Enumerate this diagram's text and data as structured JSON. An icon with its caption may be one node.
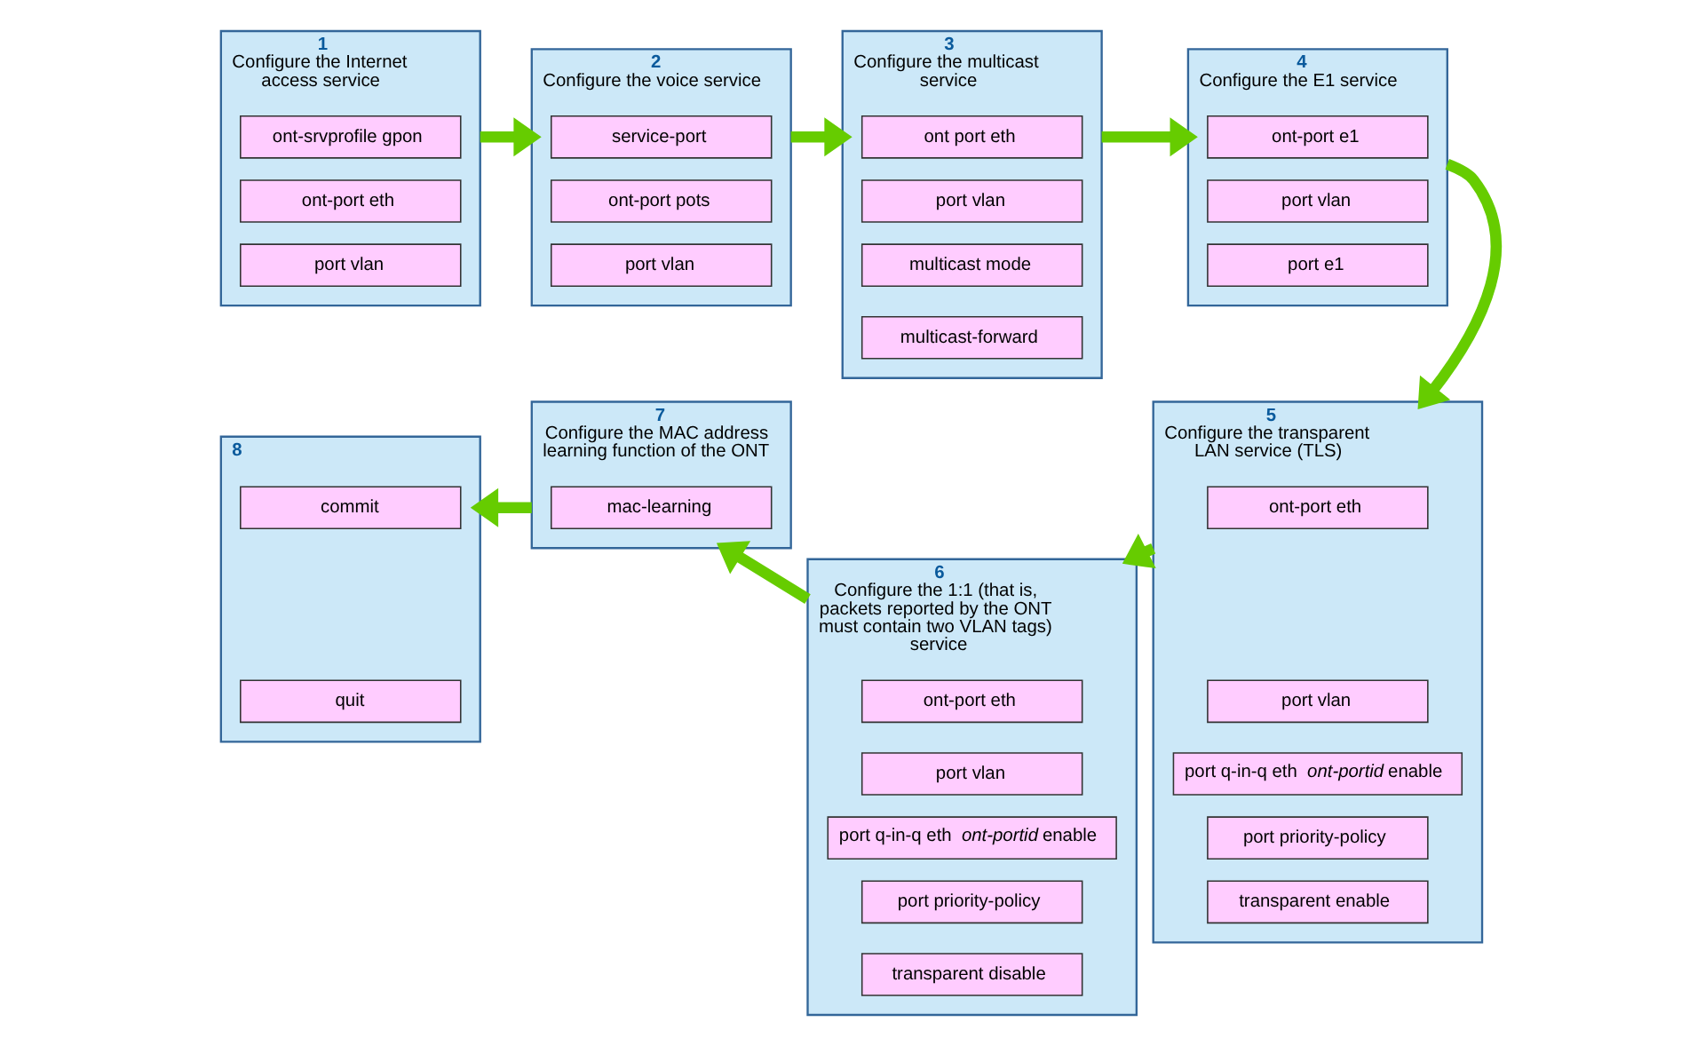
{
  "diagram": {
    "nodes": [
      {
        "text": [
          "1",
          "Configure the Internet access service"
        ]
      },
      {
        "text": [
          "ont-srvprofile gpon"
        ],
        "in": 0
      },
      {
        "text": [
          "ont-port eth"
        ],
        "in": 0
      },
      {
        "text": [
          "port vlan"
        ],
        "in": 0
      },
      {
        "text": [
          "2",
          "Configure the voice service"
        ]
      },
      {
        "text": [
          "service-port"
        ],
        "in": 4
      },
      {
        "text": [
          "ont-port pots"
        ],
        "in": 4
      },
      {
        "text": [
          "port vlan"
        ],
        "in": 4
      },
      {
        "text": [
          "3",
          "Configure the multicast service"
        ]
      },
      {
        "text": [
          "ont port eth"
        ],
        "in": 8
      },
      {
        "text": [
          "port vlan"
        ],
        "in": 8
      },
      {
        "text": [
          "multicast mode"
        ],
        "in": 8
      },
      {
        "text": [
          "multicast-forward"
        ],
        "in": 8
      },
      {
        "text": [
          "4",
          "Configure the E1 service"
        ]
      },
      {
        "text": [
          "ont-port e1"
        ],
        "in": 13
      },
      {
        "text": [
          "port vlan"
        ],
        "in": 13
      },
      {
        "text": [
          "port e1"
        ],
        "in": 13
      },
      {
        "text": [
          "8"
        ]
      },
      {
        "text": [
          "commit"
        ],
        "in": 17
      },
      {
        "text": [
          "quit"
        ],
        "in": 17
      },
      {
        "text": [
          "7",
          "Configure the MAC address learning function of the ONT"
        ]
      },
      {
        "text": [
          "mac-learning"
        ],
        "in": 20
      },
      {
        "text": [
          "6",
          "Configure the 1:1 (that is, packets reported by the ONT must contain two VLAN tags) service"
        ]
      },
      {
        "text": [
          "ont-port eth"
        ],
        "in": 22
      },
      {
        "text": [
          "port vlan"
        ],
        "in": 22
      },
      {
        "text": [
          "port q-in-q eth *ont-portid* enable"
        ],
        "in": 22
      },
      {
        "text": [
          "port priority-policy"
        ],
        "in": 22
      },
      {
        "text": [
          "transparent disable"
        ],
        "in": 22
      },
      {
        "text": [
          "5",
          "Configure the transparent LAN service (TLS)"
        ]
      },
      {
        "text": [
          "ont-port eth"
        ],
        "in": 28
      },
      {
        "text": [
          "port vlan"
        ],
        "in": 28
      },
      {
        "text": [
          "port q-in-q eth *ont-portid* enable"
        ],
        "in": 28
      },
      {
        "text": [
          "port priority-policy"
        ],
        "in": 28
      },
      {
        "text": [
          "transparent enable"
        ],
        "in": 28
      }
    ],
    "edges": [
      {
        "from": 0,
        "to": 4,
        "arrow": "to"
      },
      {
        "from": 4,
        "to": 8,
        "arrow": "to"
      },
      {
        "from": 8,
        "to": 13,
        "arrow": "to"
      },
      {
        "from": 13,
        "to": 28,
        "arrow": "to"
      },
      {
        "from": 28,
        "to": 22,
        "arrow": "to"
      },
      {
        "from": 22,
        "to": 20,
        "arrow": "to"
      },
      {
        "from": 20,
        "to": 17,
        "arrow": "to"
      }
    ]
  }
}
